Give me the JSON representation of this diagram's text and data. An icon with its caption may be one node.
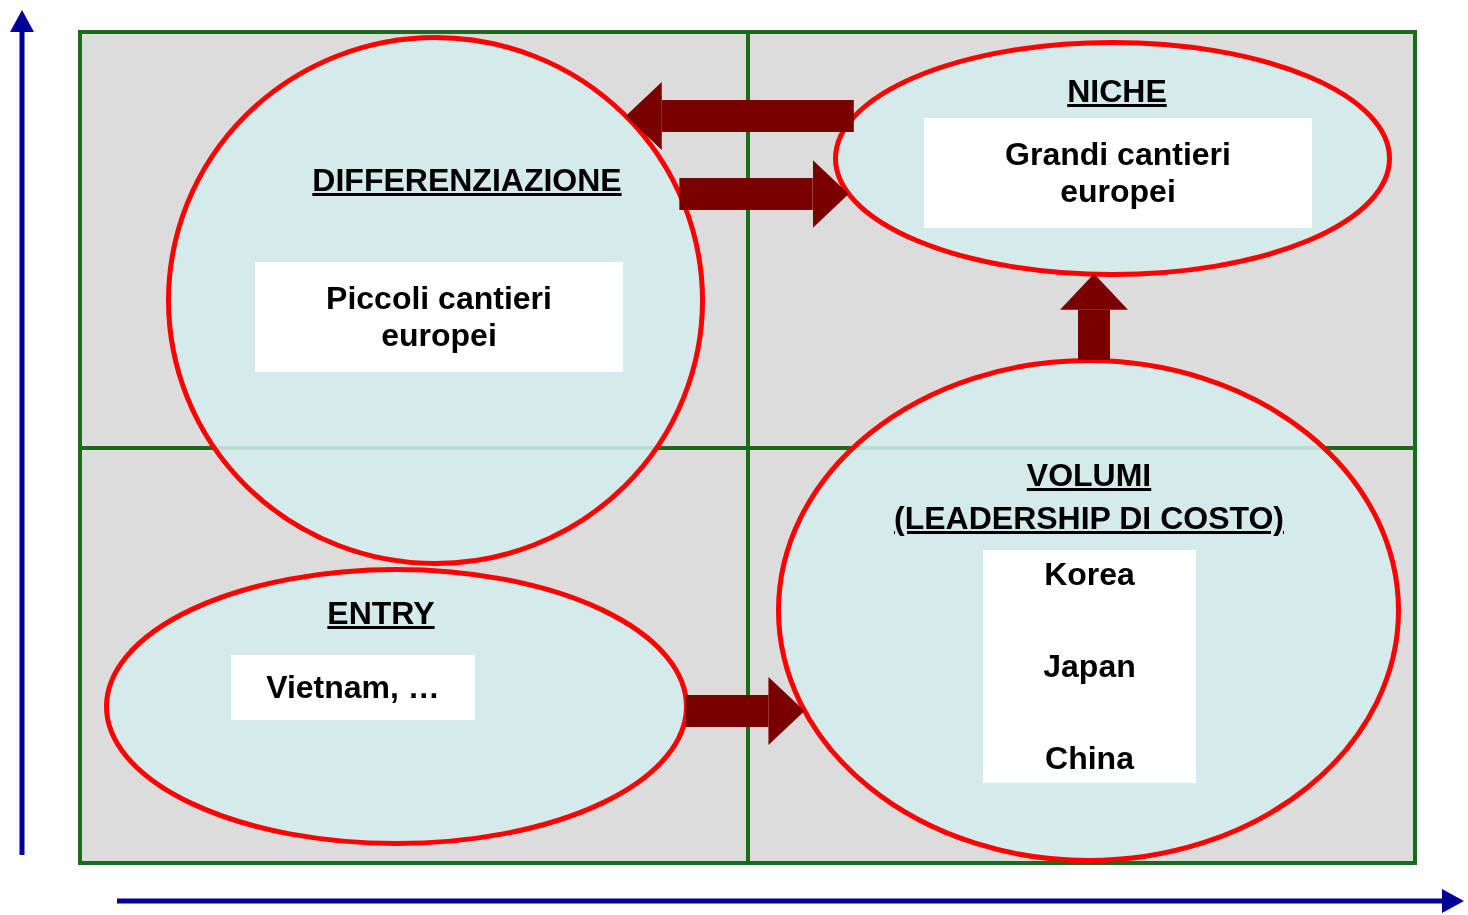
{
  "diagram": {
    "nodes": [
      {
        "text": [
          "DIFFERENZIAZIONE"
        ]
      },
      {
        "text": [
          "Piccoli cantieri europei"
        ],
        "in": 0
      },
      {
        "text": [
          "NICHE"
        ]
      },
      {
        "text": [
          "Grandi cantieri europei"
        ],
        "in": 2
      },
      {
        "text": [
          "VOLUMI",
          "(LEADERSHIP DI COSTO)"
        ]
      },
      {
        "text": [
          "Korea",
          "Japan",
          "China"
        ],
        "in": 4
      },
      {
        "text": [
          "ENTRY"
        ]
      },
      {
        "text": [
          "Vietnam, …"
        ],
        "in": 6
      }
    ],
    "edges": [
      {
        "from": 0,
        "to": 2,
        "arrow": "to"
      },
      {
        "from": 2,
        "to": 0,
        "arrow": "to"
      },
      {
        "from": 4,
        "to": 2,
        "arrow": "to"
      },
      {
        "from": 6,
        "to": 4,
        "arrow": "to"
      }
    ]
  }
}
